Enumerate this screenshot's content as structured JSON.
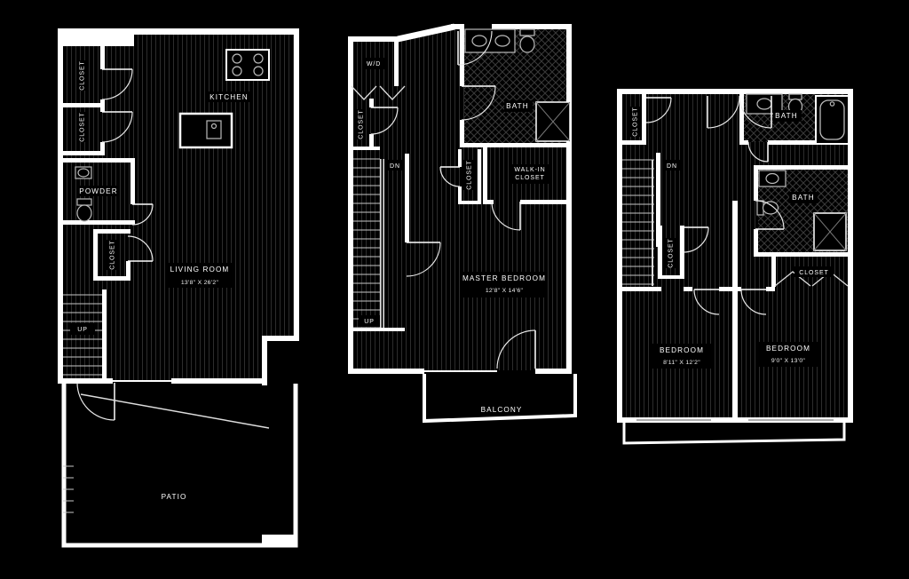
{
  "page": {
    "background": "#000000"
  },
  "palette": {
    "wall": "#ffffff",
    "floor_line": "#2d2d2d",
    "tile_line": "#3a3a3a",
    "fixture_line": "#bbbbbb",
    "label": "#ffffff"
  },
  "icons": [
    "stove-icon",
    "island-sink-icon",
    "sink-icon",
    "toilet-icon",
    "bathtub-icon",
    "shower-icon",
    "door-swing-icon",
    "stairs-icon",
    "bifold-door-icon",
    "washer-dryer-icon"
  ],
  "floors": [
    {
      "id": "floor-1",
      "labels": {
        "closet_a": "CLOSET",
        "closet_b": "CLOSET",
        "kitchen": "KITCHEN",
        "powder": "POWDER",
        "closet_c": "CLOSET",
        "living_room": "LIVING ROOM",
        "living_room_dims": "13'8\" X 26'2\"",
        "up": "UP",
        "patio": "PATIO"
      }
    },
    {
      "id": "floor-2",
      "labels": {
        "wd": "W/D",
        "bath": "BATH",
        "closet_a": "CLOSET",
        "dn": "DN",
        "closet_b": "CLOSET",
        "walk_in_1": "WALK-IN",
        "walk_in_2": "CLOSET",
        "master_bedroom": "MASTER BEDROOM",
        "master_bedroom_dims": "12'8\" X 14'6\"",
        "up": "UP",
        "balcony": "BALCONY"
      }
    },
    {
      "id": "floor-3",
      "labels": {
        "closet_a": "CLOSET",
        "bath_a": "BATH",
        "dn": "DN",
        "bath_b": "BATH",
        "closet_b": "CLOSET",
        "closet_c": "CLOSET",
        "bedroom_a": "BEDROOM",
        "bedroom_a_dims": "8'11\" X 12'2\"",
        "bedroom_b": "BEDROOM",
        "bedroom_b_dims": "9'0\" X 13'0\""
      }
    }
  ]
}
